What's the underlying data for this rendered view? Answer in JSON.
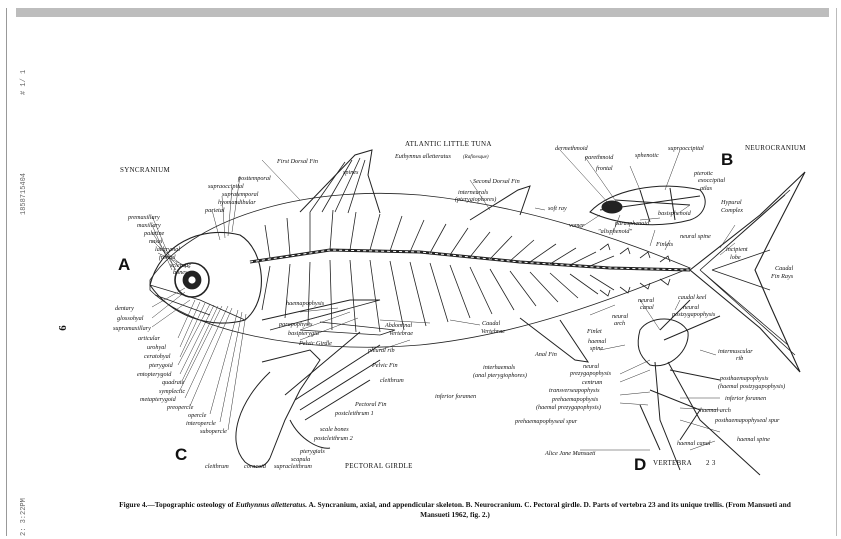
{
  "margin": {
    "top_marks": "# 1/ 1",
    "doc_id": "1858715404",
    "timestamp": "2: 3:22PM",
    "page_number": "6"
  },
  "header": {
    "title": "ATLANTIC LITTLE TUNA",
    "species": "Euthynnus alletteratus",
    "authority": "(Rafinesque)"
  },
  "panels": {
    "a": "A",
    "b": "B",
    "c": "C",
    "d": "D"
  },
  "sections": {
    "syncranium": "SYNCRANIUM",
    "neurocranium": "NEUROCRANIUM",
    "pectoral_girdle": "PECTORAL GIRDLE",
    "vertebra": "VERTEBRA",
    "vertebra_num": "2 3"
  },
  "labels": {
    "premaxillary": "premaxillary",
    "maxillary": "maxillary",
    "palatine": "palatine",
    "nasal": "nasal",
    "lachrymal": "lachrymal",
    "frontal": "frontal",
    "sclerotic_bones": "sclerotic",
    "sclerotic_bones2": "bones",
    "parietal": "parietal",
    "hyomandibular": "hyomandibular",
    "supratemporal": "supratemporal",
    "supraoccipital": "supraoccipital",
    "posttemporal": "posttemporal",
    "first_dorsal": "First Dorsal Fin",
    "spines": "spines",
    "second_dorsal": "Second Dorsal Fin",
    "interneurals": "interneurals",
    "pterygiophores": "(pterygiophores)",
    "soft_ray": "soft ray",
    "dentary": "dentary",
    "glossohyal": "glossohyal",
    "supramaxillary": "supramaxillary",
    "articular": "articular",
    "urohyal": "urohyal",
    "ceratohyal": "ceratohyal",
    "pterygoid": "pterygoid",
    "entopterygoid": "entopterygoid",
    "quadrate": "quadrate",
    "symplectic": "symplectic",
    "metapterygoid": "metapterygoid",
    "preopercle": "preopercle",
    "opercle": "opercle",
    "interopercle": "interopercle",
    "subopercle": "subopercle",
    "haemapophysis": "haemapophysis",
    "parapophysis": "parapophysis",
    "basipterygia": "basipterygia",
    "pelvic_girdle": "Pelvic Girdle",
    "abdominal_vertebrae": "Abdominal",
    "abdominal_vertebrae2": "Vertebrae",
    "caudal_vertebrae": "Caudal",
    "caudal_vertebrae2": "Vertebrae",
    "pleural_rib": "pleural rib",
    "pelvic_fin": "Pelvic Fin",
    "cleithrum": "cleithrum",
    "pectoral_fin": "Pectoral Fin",
    "postcleithrum1": "postcleithrum 1",
    "scale_bones": "scale bones",
    "postcleithrum2": "postcleithrum 2",
    "pterygials": "pterygials",
    "scapula": "scapula",
    "cleithrum2": "cleithrum",
    "coracoid": "coracoid",
    "supracleithrum": "supracleithrum",
    "inferior_foramen": "inferior foramen",
    "anal_fin": "Anal Fin",
    "interhaemals": "interhaemals",
    "anal_pterygiophores": "(anal pterygiophores)",
    "dermethmoid": "dermethmoid",
    "parethmoid": "parethmoid",
    "sphenotic": "sphenotic",
    "supraoccipital_b": "supraoccipital",
    "pterotic": "pterotic",
    "exoccipital": "exoccipital",
    "atlas": "atlas",
    "frontal_b": "frontal",
    "basisphenoid": "basisphenoid",
    "vomer": "vomer",
    "parasphenoid": "parasphenoid",
    "alisphenoid": "\"alisphenoid\"",
    "neural_spine": "neural spine",
    "finlets": "Finlets",
    "hypural": "Hypural",
    "hypural2": "Complex",
    "incipient_lobe": "incipient",
    "incipient_lobe2": "lobe",
    "caudal_fin_rays": "Caudal",
    "caudal_fin_rays2": "Fin Rays",
    "caudal_keel": "caudal keel",
    "neural_canal": "neural",
    "neural_canal2": "canal",
    "neural_postzyg": "neural",
    "neural_postzyg2": "postzygapophysis",
    "neural_arch": "neural",
    "neural_arch2": "arch",
    "finlet": "Finlet",
    "haemal_spine": "haemal",
    "haemal_spine2": "spine",
    "intermuscular_rib": "intermuscular",
    "intermuscular_rib2": "rib",
    "neural_prezyg": "neural",
    "neural_prezyg2": "prezygapophysis",
    "centrum": "centrum",
    "transverse": "transverseapophysis",
    "prehaem": "prehaemapophysis",
    "prehaem2": "(haemal prezygapophysis)",
    "posthaem": "posthaemapophysis",
    "posthaem2": "(haemal postzygapophysis)",
    "inferior_foramen_d": "inferior foramen",
    "haemal_arch": "haemal arch",
    "posthaem_spur": "posthaemapophyseal spur",
    "prehaem_spur": "prehaemapophyseal spur",
    "haemal_canal": "haemal canal",
    "haemal_spine_d": "haemal spine",
    "artist": "Alice Jane Mansueti"
  },
  "caption": {
    "fig": "Figure 4.—Topographic osteology of",
    "species": "Euthynnus alletteratus.",
    "rest": " A. Syncranium, axial, and appendicular skeleton. B. Neurocranium. C. Pectoral girdle. D. Parts of vertebra 23 and its unique trellis.   (From Mansueti and Mansueti 1962, fig. 2.)"
  }
}
